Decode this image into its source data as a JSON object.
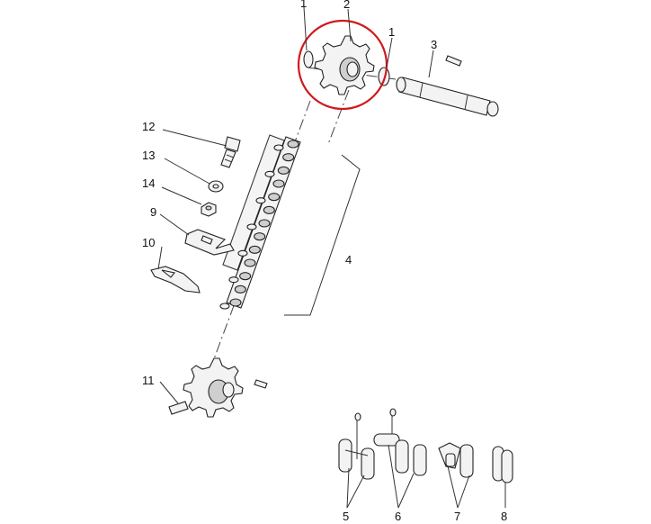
{
  "diagram": {
    "type": "exploded-parts-view",
    "highlight_color": "#d0191c",
    "line_color": "#222222",
    "callouts": [
      {
        "id": "c1a",
        "label": "1"
      },
      {
        "id": "c2",
        "label": "2"
      },
      {
        "id": "c1b",
        "label": "1"
      },
      {
        "id": "c3",
        "label": "3"
      },
      {
        "id": "c12",
        "label": "12"
      },
      {
        "id": "c13",
        "label": "13"
      },
      {
        "id": "c14",
        "label": "14"
      },
      {
        "id": "c9",
        "label": "9"
      },
      {
        "id": "c10",
        "label": "10"
      },
      {
        "id": "c4",
        "label": "4"
      },
      {
        "id": "c11",
        "label": "11"
      },
      {
        "id": "c5",
        "label": "5"
      },
      {
        "id": "c6",
        "label": "6"
      },
      {
        "id": "c7",
        "label": "7"
      },
      {
        "id": "c8",
        "label": "8"
      }
    ]
  }
}
